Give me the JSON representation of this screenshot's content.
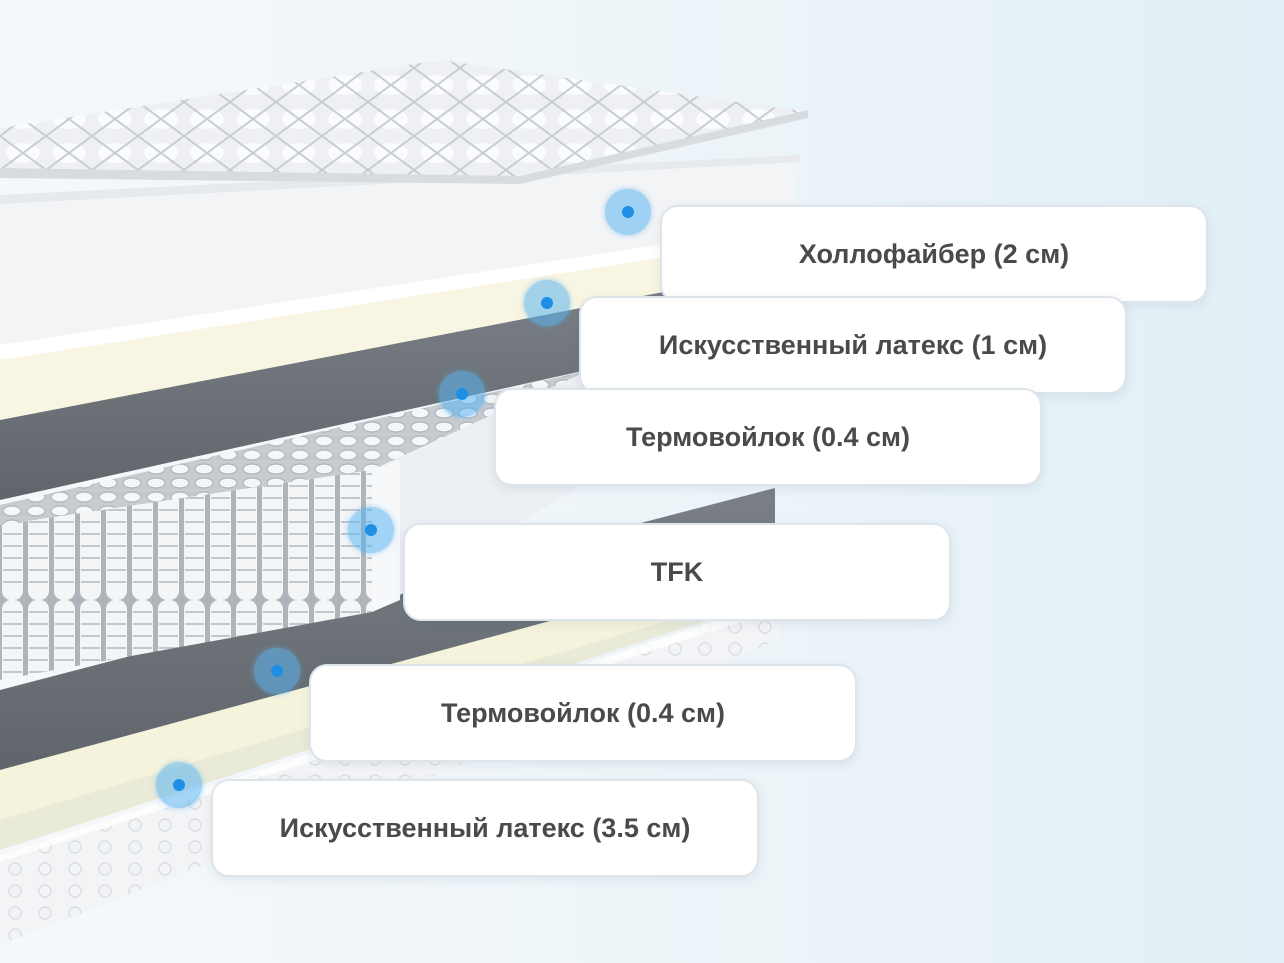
{
  "layers": [
    {
      "id": "hollofiber",
      "label": "Холлофайбер (2 см)"
    },
    {
      "id": "latex-1",
      "label": "Искусственный латекс (1 см)"
    },
    {
      "id": "felt-top",
      "label": "Термовойлок (0.4 см)"
    },
    {
      "id": "tfk",
      "label": "TFK"
    },
    {
      "id": "felt-bottom",
      "label": "Термовойлок (0.4 см)"
    },
    {
      "id": "latex-3-5",
      "label": "Искусственный латекс (3.5 см)"
    }
  ],
  "colors": {
    "marker": "#1f8fe6",
    "label_text": "#4a4a4a",
    "felt": "#6f757b",
    "latex": "#f7f4e0",
    "cover": "#f4f5f7"
  }
}
